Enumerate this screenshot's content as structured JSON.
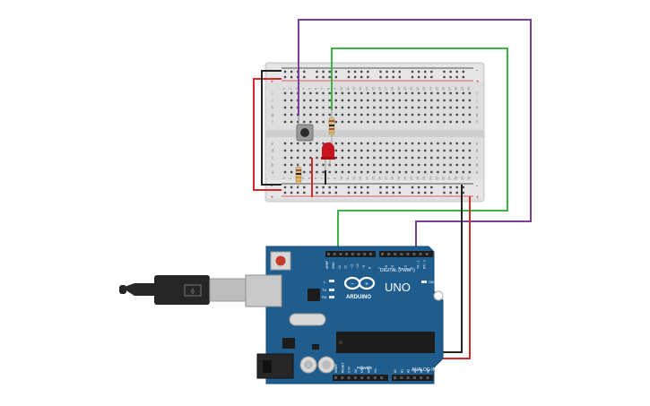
{
  "breadboard": {
    "column_numbers": [
      "1",
      "2",
      "3",
      "4",
      "5",
      "6",
      "7",
      "8",
      "9",
      "10",
      "11",
      "12",
      "13",
      "14",
      "15",
      "16",
      "17",
      "18",
      "19",
      "20",
      "21",
      "22",
      "23",
      "24",
      "25",
      "26",
      "27",
      "28",
      "29",
      "30"
    ],
    "row_letters_top": [
      "j",
      "i",
      "h",
      "g",
      "f"
    ],
    "row_letters_bottom": [
      "e",
      "d",
      "c",
      "b",
      "a"
    ],
    "rail_plus": "+",
    "rail_minus": "-"
  },
  "arduino": {
    "model": "UNO",
    "brand": "ARDUINO",
    "digital_label": "DIGITAL (PWM~)",
    "analog_label": "ANALOG IN",
    "power_label": "POWER",
    "on_label": "ON",
    "tx_label": "TX",
    "rx_label": "RX",
    "l_label": "L",
    "aref_label": "AREF",
    "gnd_label": "GND",
    "digital_pins": [
      "13",
      "12",
      "~11",
      "~10",
      "~9",
      "8",
      "7",
      "~6",
      "~5",
      "4",
      "~3",
      "2",
      "TX→1",
      "RX←0"
    ],
    "power_pins": [
      "IOREF",
      "RESET",
      "3.3V",
      "5V",
      "GND",
      "GND",
      "Vin"
    ],
    "analog_pins": [
      "A0",
      "A1",
      "A2",
      "A3",
      "A4",
      "A5"
    ]
  },
  "colors": {
    "board": "#1f5d8f",
    "breadboard": "#dedede",
    "wire_purple": "#7b3fa0",
    "wire_green": "#3db34a",
    "wire_red": "#d42a2a",
    "wire_black": "#222222",
    "led": "#c8141e"
  }
}
